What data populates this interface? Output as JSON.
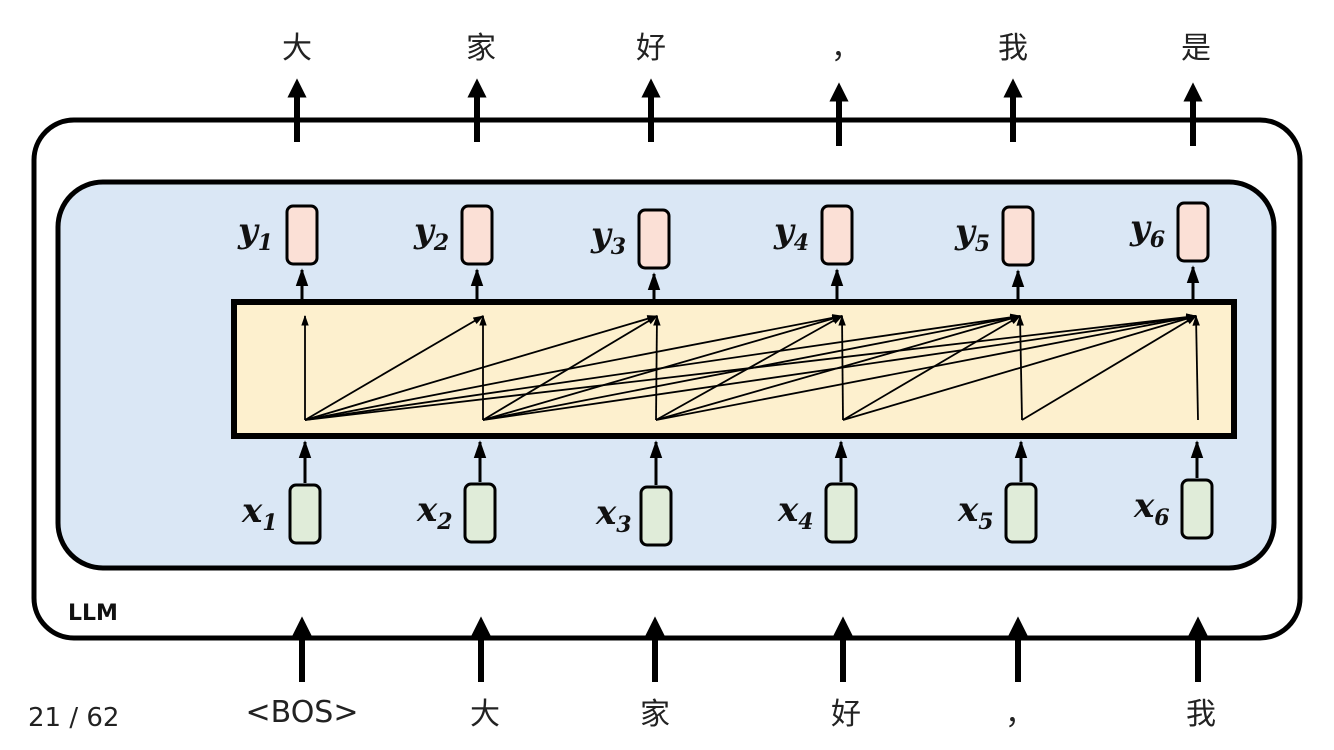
{
  "slide": {
    "page_indicator": "21 / 62"
  },
  "llm": {
    "label": "LLM",
    "outer_border_color": "#000000",
    "inner_fill_color": "#dae7f5",
    "attention_fill_color": "#fdf0ce",
    "output_box_color": "#fbe0d6",
    "input_box_color": "#e0ecd9"
  },
  "input_tokens": [
    "<BOS>",
    "大",
    "家",
    "好",
    "，",
    "我"
  ],
  "output_tokens": [
    "大",
    "家",
    "好",
    "，",
    "我",
    "是"
  ],
  "input_vectors": [
    {
      "symbol": "x",
      "sub": "1"
    },
    {
      "symbol": "x",
      "sub": "2"
    },
    {
      "symbol": "x",
      "sub": "3"
    },
    {
      "symbol": "x",
      "sub": "4"
    },
    {
      "symbol": "x",
      "sub": "5"
    },
    {
      "symbol": "x",
      "sub": "6"
    }
  ],
  "output_vectors": [
    {
      "symbol": "y",
      "sub": "1"
    },
    {
      "symbol": "y",
      "sub": "2"
    },
    {
      "symbol": "y",
      "sub": "3"
    },
    {
      "symbol": "y",
      "sub": "4"
    },
    {
      "symbol": "y",
      "sub": "5"
    },
    {
      "symbol": "y",
      "sub": "6"
    }
  ]
}
